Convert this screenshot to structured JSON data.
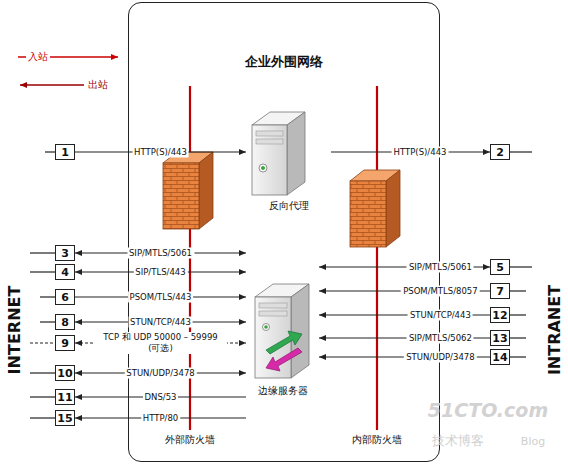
{
  "diagram": {
    "nodes": [
      {
        "text": [
          "企业外围网络"
        ]
      },
      {
        "text": [
          "反向代理"
        ],
        "in": 0
      },
      {
        "text": [
          "边缘服务器"
        ],
        "in": 0
      },
      {
        "text": [
          "1"
        ]
      },
      {
        "text": [
          "2"
        ]
      },
      {
        "text": [
          "3"
        ]
      },
      {
        "text": [
          "4"
        ]
      },
      {
        "text": [
          "5"
        ]
      },
      {
        "text": [
          "6"
        ]
      },
      {
        "text": [
          "7"
        ]
      },
      {
        "text": [
          "8"
        ]
      },
      {
        "text": [
          "9"
        ]
      },
      {
        "text": [
          "10"
        ]
      },
      {
        "text": [
          "11"
        ]
      },
      {
        "text": [
          "12"
        ]
      },
      {
        "text": [
          "13"
        ]
      },
      {
        "text": [
          "14"
        ]
      },
      {
        "text": [
          "15"
        ]
      }
    ],
    "edges": [
      {
        "from": 3,
        "to": 1,
        "arrow": "to",
        "label": "HTTP(S)/443"
      },
      {
        "from": 1,
        "to": 4,
        "arrow": "to",
        "label": "HTTP(S)/443"
      },
      {
        "from": 5,
        "to": 2,
        "arrow": "both",
        "label": "SIP/MTLS/5061"
      },
      {
        "from": 6,
        "to": 2,
        "arrow": "both",
        "label": "SIP/TLS/443"
      },
      {
        "from": 2,
        "to": 7,
        "arrow": "both",
        "label": "SIP/MTLS/5061"
      },
      {
        "from": 8,
        "to": 2,
        "arrow": "to",
        "label": "PSOM/TLS/443"
      },
      {
        "from": 9,
        "to": 2,
        "arrow": "to",
        "label": "PSOM/MTLS/8057"
      },
      {
        "from": 10,
        "to": 2,
        "arrow": "both",
        "label": "STUN/TCP/443"
      },
      {
        "from": 11,
        "to": 2,
        "arrow": "both",
        "label": "TCP 和 UDP 50000 – 59999 (可选)"
      },
      {
        "from": 12,
        "to": 2,
        "arrow": "both",
        "label": "STUN/UDP/3478"
      },
      {
        "from": 2,
        "to": 13,
        "arrow": "to",
        "label": "DNS/53"
      },
      {
        "from": 2,
        "to": 17,
        "arrow": "to",
        "label": "HTTP/80"
      },
      {
        "from": 14,
        "to": 2,
        "arrow": "to",
        "label": "STUN/TCP/443"
      },
      {
        "from": 15,
        "to": 2,
        "arrow": "to",
        "label": "SIP/MTLS/5062"
      },
      {
        "from": 16,
        "to": 2,
        "arrow": "to",
        "label": "STUN/UDP/3478"
      }
    ],
    "labels": [
      "外部防火墙",
      "内部防火墙",
      "INTERNET",
      "INTRANET",
      "51CTO.com",
      "技术博客",
      "Blog"
    ],
    "legend": [
      {
        "text": "入站"
      },
      {
        "text": "出站"
      }
    ]
  }
}
